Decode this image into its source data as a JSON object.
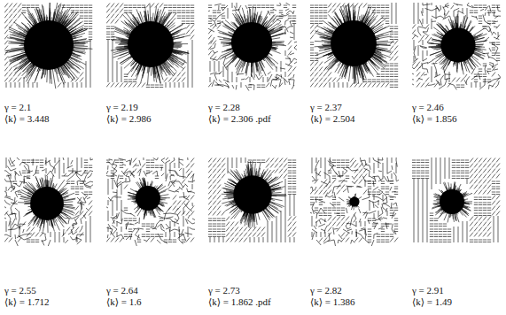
{
  "diagram": {
    "labels": [
      "γ = 2.1",
      "⟨k⟩ = 3.448",
      "γ = 2.19",
      "⟨k⟩ = 2.986",
      "γ = 2.28",
      "⟨k⟩ = 2.306 .pdf",
      "γ = 2.37",
      "⟨k⟩ = 2.504",
      "γ = 2.46",
      "⟨k⟩ = 1.856",
      "γ = 2.55",
      "⟨k⟩ = 1.712",
      "γ = 2.64",
      "⟨k⟩ = 1.6",
      "γ = 2.73",
      "⟨k⟩ = 1.862 .pdf",
      "γ = 2.82",
      "⟨k⟩ = 1.386",
      "γ = 2.91",
      "⟨k⟩ = 1.49"
    ]
  }
}
